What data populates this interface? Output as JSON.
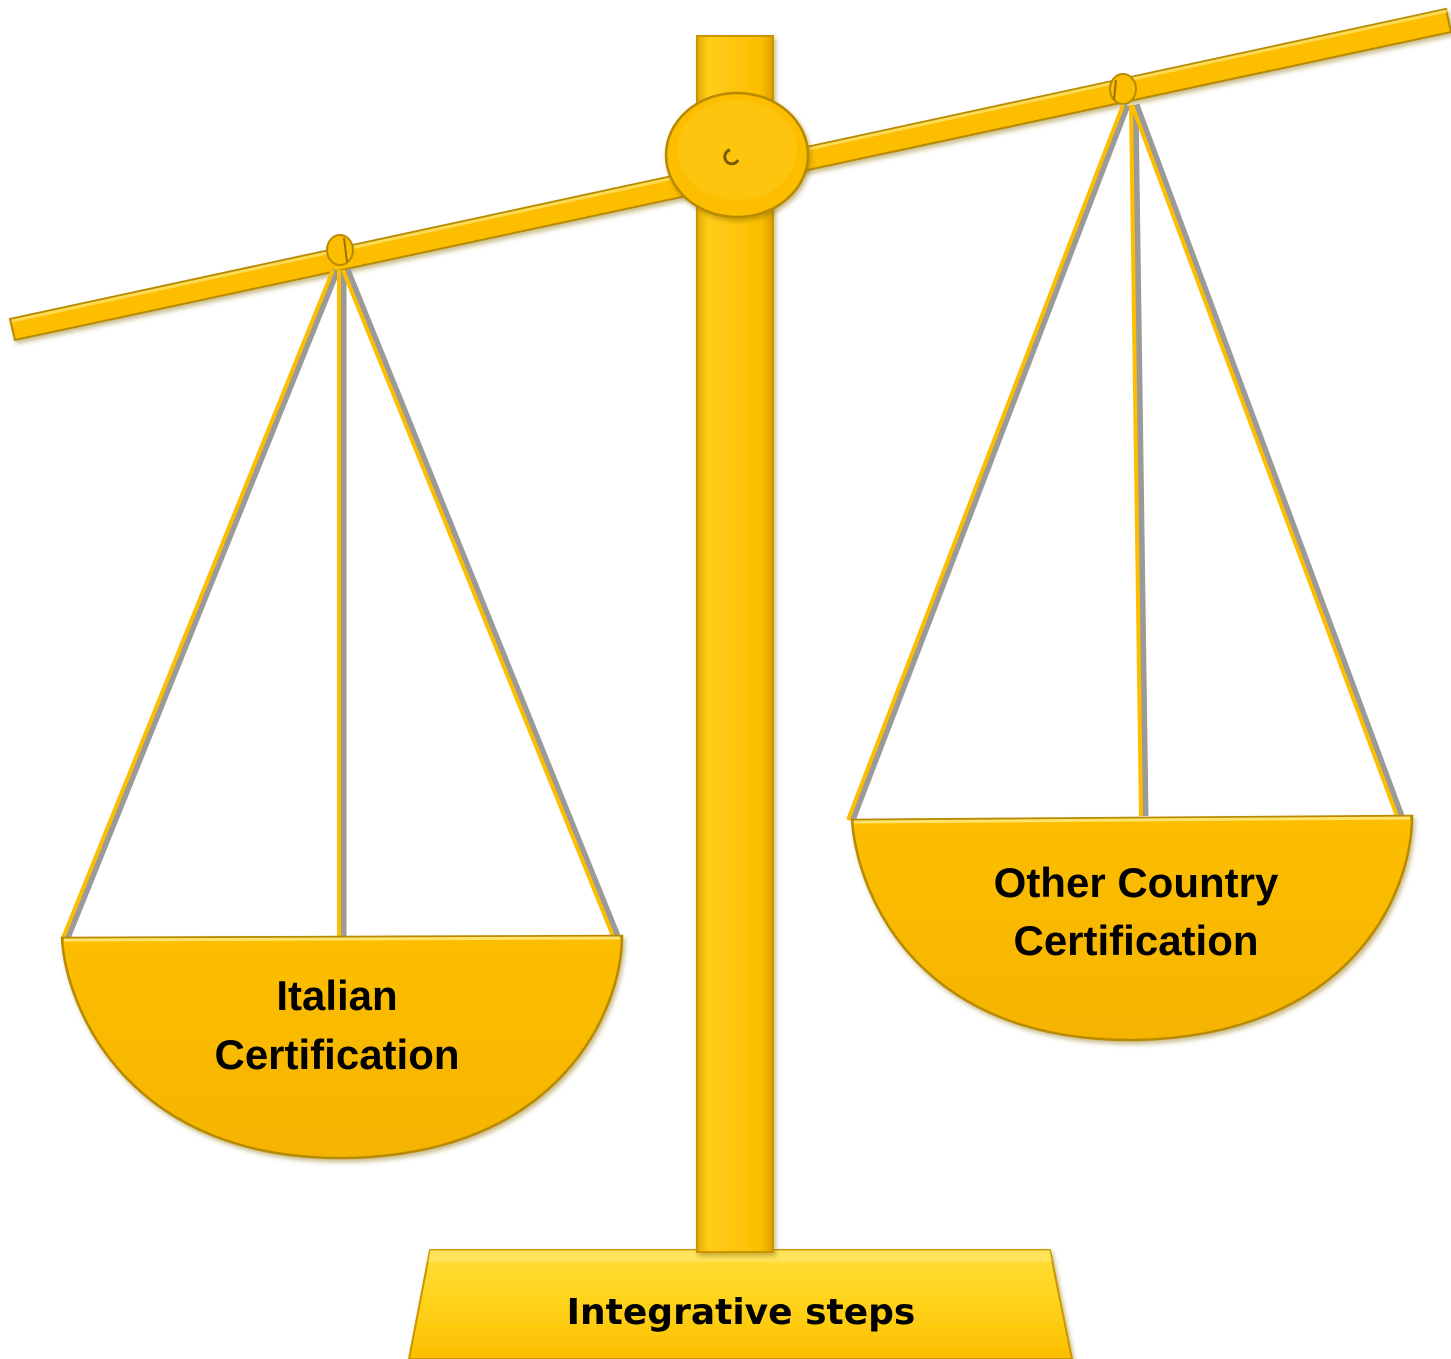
{
  "diagram": {
    "left_pan_label": [
      "Italian",
      "Certification"
    ],
    "right_pan_label": [
      "Other Country",
      "Certification"
    ],
    "base_label": "Integrative steps"
  },
  "colors": {
    "gold": "#FDBE00",
    "gold_light": "#FFD93A",
    "gold_dark": "#B88A00",
    "cord": "#9A9A9A"
  }
}
